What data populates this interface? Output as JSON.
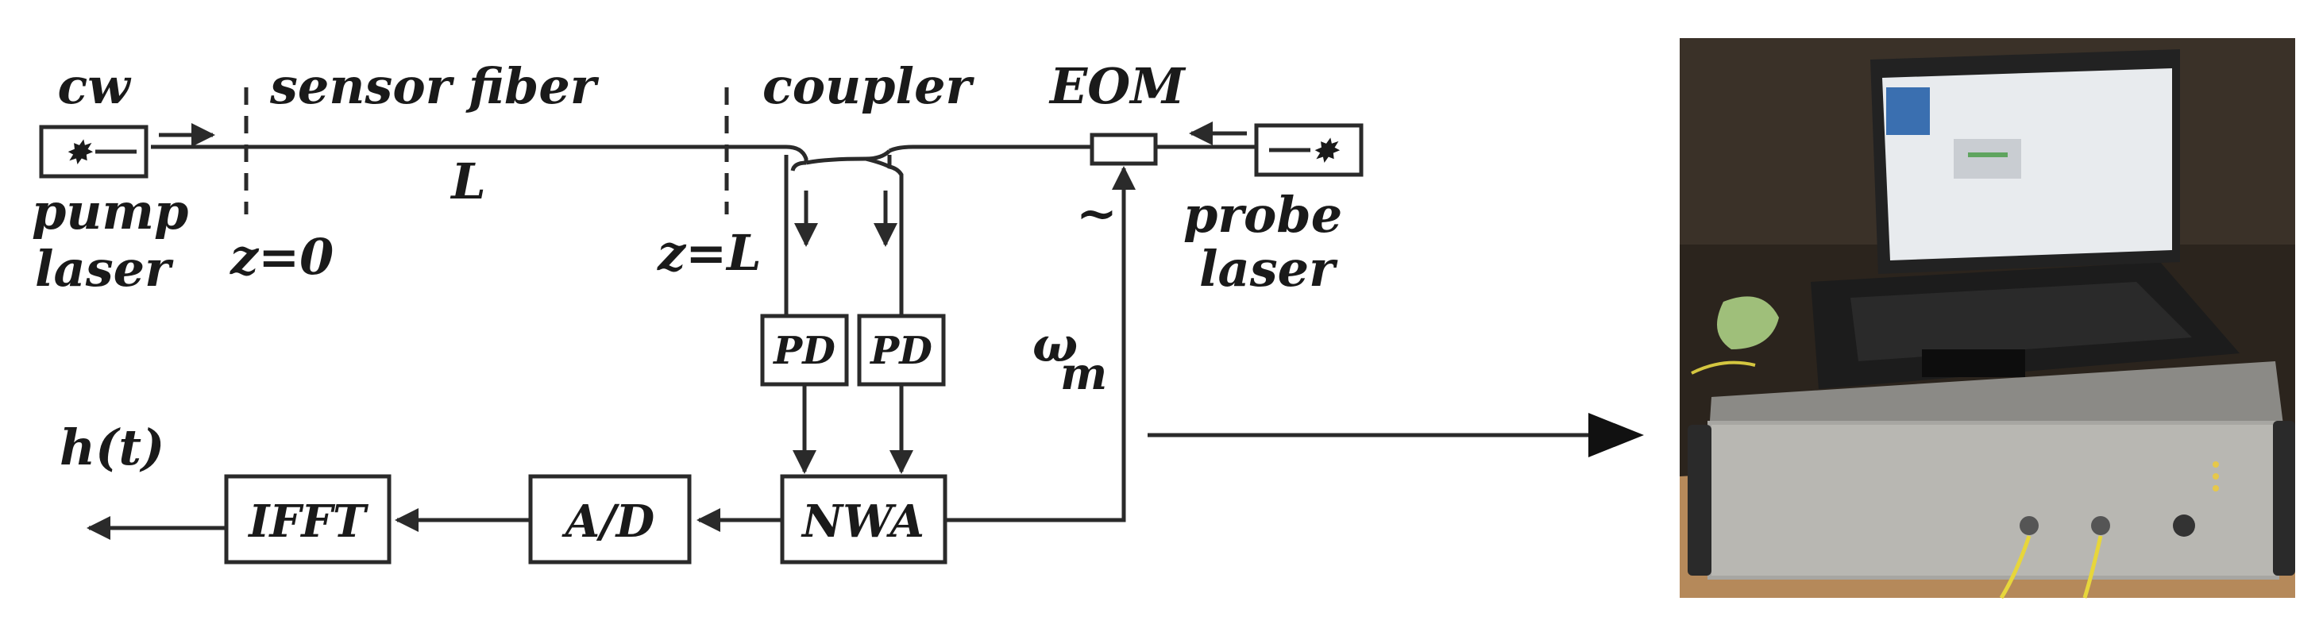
{
  "labels": {
    "cw": "cw",
    "sensor_fiber": "sensor fiber",
    "coupler": "coupler",
    "eom": "EOM",
    "L": "L",
    "pump": "pump",
    "laser_left": "laser",
    "z0": "z=0",
    "zL": "z=L",
    "tilde": "~",
    "probe": "probe",
    "laser_right": "laser",
    "omega": "ω",
    "omega_sub": "m",
    "ht": "h(t)"
  },
  "blocks": {
    "pd1": "PD",
    "pd2": "PD",
    "nwa": "NWA",
    "ad": "A/D",
    "ifft": "IFFT"
  },
  "photo": {
    "description_icon": "laptop-on-instrument-photo"
  }
}
